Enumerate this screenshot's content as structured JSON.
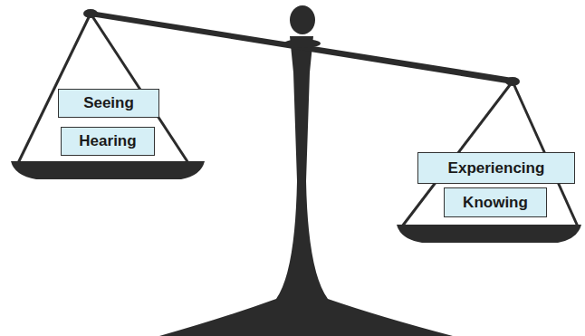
{
  "diagram": {
    "nodes": [
      {
        "text": [
          "Seeing"
        ]
      },
      {
        "text": [
          "Hearing"
        ]
      },
      {
        "text": [
          "Experiencing"
        ]
      },
      {
        "text": [
          "Knowing"
        ]
      }
    ]
  }
}
